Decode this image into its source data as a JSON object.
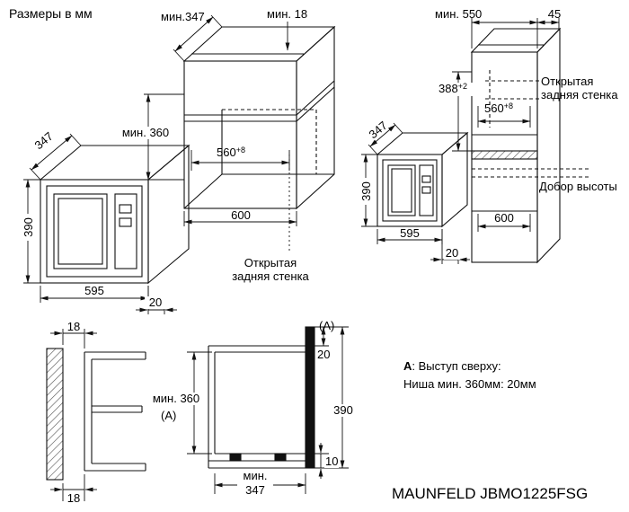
{
  "title": "Размеры в мм",
  "model": "MAUNFELD JBMO1225FSG",
  "oven_left": {
    "depth": "347",
    "height": "390",
    "width": "595",
    "overhang": "20"
  },
  "niche_center": {
    "min_depth": "мин.347",
    "min_top_rail": "мин. 18",
    "min_height": "мин. 360",
    "cutout_width": "560",
    "cutout_width_tol": "+8",
    "cabinet_width": "600",
    "open_back_line1": "Открытая",
    "open_back_line2": "задняя стенка"
  },
  "column_right": {
    "min_depth": "мин. 550",
    "top_rail": "45",
    "cutout_height": "388",
    "cutout_height_tol": "+2",
    "cutout_width": "560",
    "cutout_width_tol": "+8",
    "shelf_width": "600",
    "open_back_line1": "Открытая",
    "open_back_line2": "задняя стенка",
    "filler_label": "Добор высоты",
    "oven_depth": "347",
    "oven_height": "390",
    "oven_width": "595",
    "oven_overhang": "20"
  },
  "side_view": {
    "top_gap": "18",
    "bottom_gap": "18"
  },
  "front_view": {
    "a_mark": "(А)",
    "top_overhang": "20",
    "total_height": "390",
    "bottom_gap": "10",
    "min_height": "мин. 360",
    "min_height_mark": "(А)",
    "min_width_word": "мин.",
    "min_width_value": "347"
  },
  "note": {
    "a_bold": "А",
    "line1_rest": ": Выступ сверху:",
    "line2": "Ниша мин. 360мм: 20мм"
  }
}
